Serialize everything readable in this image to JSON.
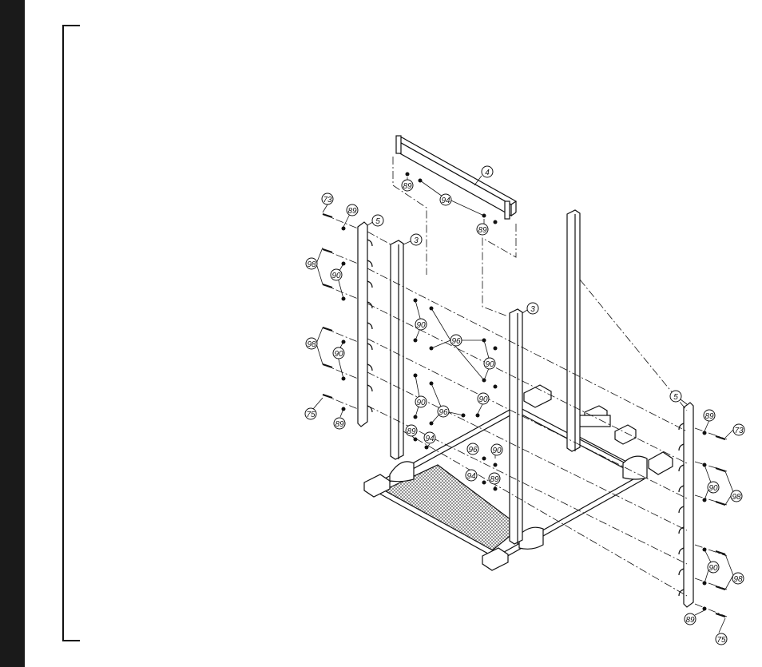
{
  "colors": {
    "ink": "#111111",
    "sidebar": "#1a1a1a",
    "mesh": "#555555"
  },
  "callouts": [
    {
      "id": "c-4",
      "text": "4"
    },
    {
      "id": "c-89a",
      "text": "89"
    },
    {
      "id": "c-94a",
      "text": "94"
    },
    {
      "id": "c-89b",
      "text": "89"
    },
    {
      "id": "c-73l",
      "text": "73"
    },
    {
      "id": "c-89l1",
      "text": "89"
    },
    {
      "id": "c-5l",
      "text": "5"
    },
    {
      "id": "c-3l",
      "text": "3"
    },
    {
      "id": "c-98l1",
      "text": "98"
    },
    {
      "id": "c-90l1",
      "text": "90"
    },
    {
      "id": "c-90m1",
      "text": "90"
    },
    {
      "id": "c-96m1",
      "text": "96"
    },
    {
      "id": "c-3r",
      "text": "3"
    },
    {
      "id": "c-98l2",
      "text": "98"
    },
    {
      "id": "c-90l2",
      "text": "90"
    },
    {
      "id": "c-90m2",
      "text": "90"
    },
    {
      "id": "c-90m3",
      "text": "90"
    },
    {
      "id": "c-96m2",
      "text": "96"
    },
    {
      "id": "c-90m4",
      "text": "90"
    },
    {
      "id": "c-75l",
      "text": "75"
    },
    {
      "id": "c-89l2",
      "text": "89"
    },
    {
      "id": "c-89m",
      "text": "89"
    },
    {
      "id": "c-94m",
      "text": "94"
    },
    {
      "id": "c-96m3",
      "text": "96"
    },
    {
      "id": "c-90m5",
      "text": "90"
    },
    {
      "id": "c-94m2",
      "text": "94"
    },
    {
      "id": "c-89m2",
      "text": "89"
    },
    {
      "id": "c-5r",
      "text": "5"
    },
    {
      "id": "c-89r1",
      "text": "89"
    },
    {
      "id": "c-73r",
      "text": "73"
    },
    {
      "id": "c-90r1",
      "text": "90"
    },
    {
      "id": "c-98r1",
      "text": "98"
    },
    {
      "id": "c-90r2",
      "text": "90"
    },
    {
      "id": "c-98r2",
      "text": "98"
    },
    {
      "id": "c-89r2",
      "text": "89"
    },
    {
      "id": "c-75r",
      "text": "75"
    }
  ]
}
